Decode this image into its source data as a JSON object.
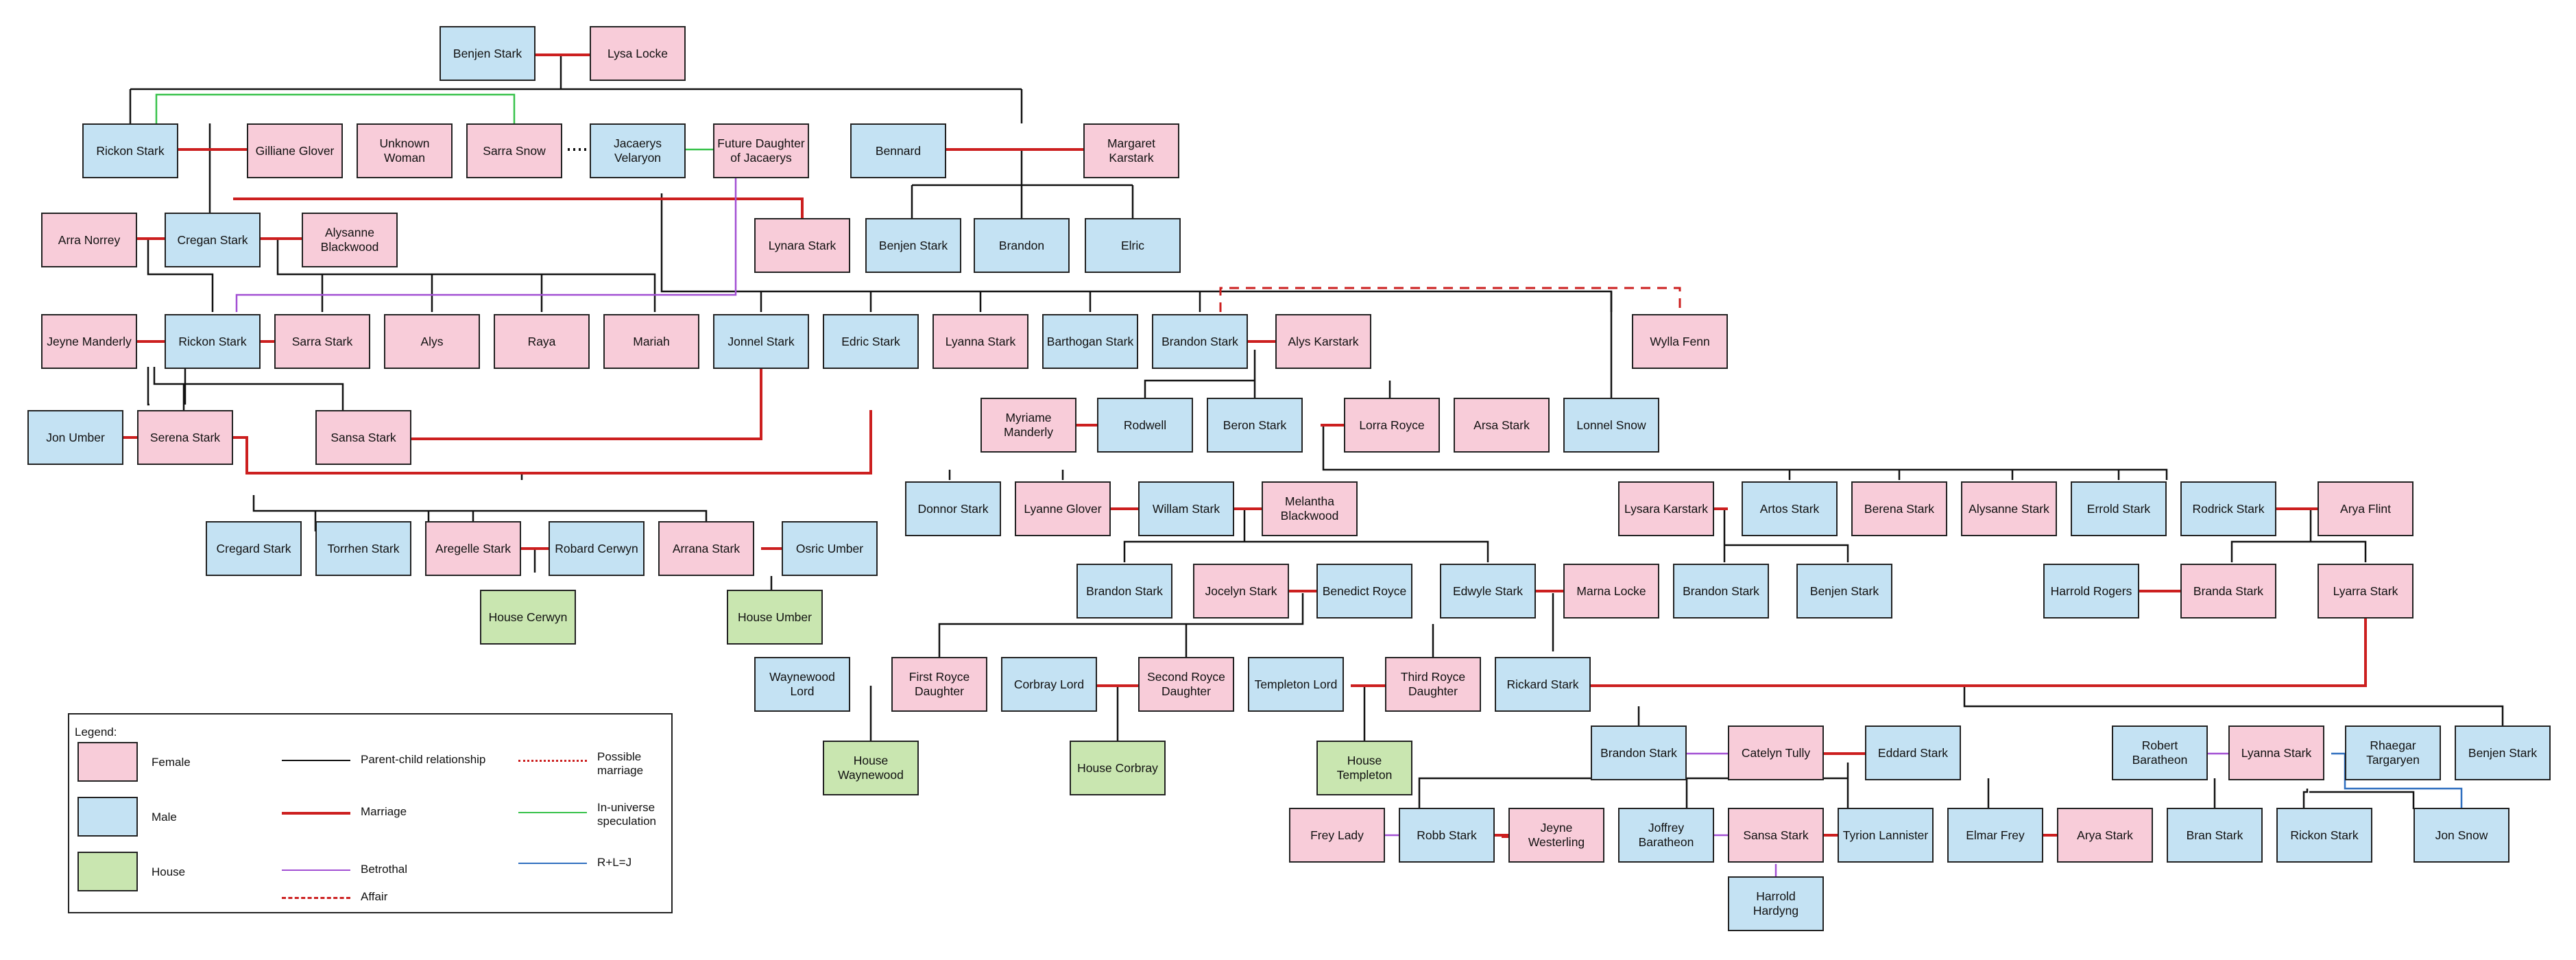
{
  "colors": {
    "female": "#f8ccd9",
    "male": "#c4e2f3",
    "house": "#c9e6b0",
    "parent_child": "#111111",
    "marriage": "#cc1f1f",
    "betrothal": "#a24fd3",
    "affair": "#cc1f1f",
    "possible_marriage": "#cc1f1f",
    "speculation": "#38c24b",
    "rlj": "#2f6fbf"
  },
  "legend": {
    "title": "Legend:",
    "female": "Female",
    "male": "Male",
    "house": "House",
    "parent_child": "Parent-child relationship",
    "marriage": "Marriage",
    "betrothal": "Betrothal",
    "affair": "Affair",
    "possible_marriage": "Possible marriage",
    "speculation": "In-universe speculation",
    "rlj": "R+L=J"
  },
  "people": {
    "benjen_elder": "Benjen Stark",
    "lysa_locke": "Lysa Locke",
    "rickon_elder": "Rickon Stark",
    "gilliane_glover": "Gilliane Glover",
    "unknown_woman": "Unknown Woman",
    "sarra_snow": "Sarra Snow",
    "jacaerys": "Jacaerys Velaryon",
    "future_daughter": "Future Daughter of Jacaerys",
    "bennard": "Bennard",
    "margaret_karstark": "Margaret Karstark",
    "arra_norrey": "Arra Norrey",
    "cregan": "Cregan Stark",
    "alysanne_blackwood": "Alysanne Blackwood",
    "lynara": "Lynara Stark",
    "benjen_son": "Benjen Stark",
    "brandon_son": "Brandon",
    "elric": "Elric",
    "jeyne_manderly": "Jeyne Manderly",
    "rickon_cregan": "Rickon Stark",
    "sarra_stark": "Sarra Stark",
    "alys": "Alys",
    "raya": "Raya",
    "mariah": "Mariah",
    "jonnel": "Jonnel Stark",
    "edric": "Edric Stark",
    "lyanna_elder": "Lyanna Stark",
    "barthogan": "Barthogan Stark",
    "brandon_snowbeard": "Brandon Stark",
    "alys_karstark": "Alys Karstark",
    "wylla_fenn": "Wylla Fenn",
    "jon_umber": "Jon Umber",
    "serena": "Serena Stark",
    "sansa_elder": "Sansa Stark",
    "myriame": "Myriame Manderly",
    "rodwell": "Rodwell",
    "beron": "Beron Stark",
    "lorra_royce": "Lorra Royce",
    "arsa": "Arsa Stark",
    "lonnel_snow": "Lonnel Snow",
    "cregard": "Cregard Stark",
    "torrhen": "Torrhen Stark",
    "aregelle": "Aregelle Stark",
    "robard_cerwyn": "Robard Cerwyn",
    "arrana": "Arrana Stark",
    "osric_umber": "Osric Umber",
    "house_cerwyn": "House Cerwyn",
    "house_umber": "House Umber",
    "donnor": "Donnor Stark",
    "lyanne_glover": "Lyanne Glover",
    "willam": "Willam Stark",
    "melantha": "Melantha Blackwood",
    "lysara_karstark": "Lysara Karstark",
    "artos": "Artos Stark",
    "berena": "Berena Stark",
    "alysanne_stark": "Alysanne Stark",
    "errold": "Errold Stark",
    "rodrick": "Rodrick Stark",
    "arya_flint": "Arya Flint",
    "brandon_willam": "Brandon Stark",
    "jocelyn": "Jocelyn Stark",
    "benedict_royce": "Benedict Royce",
    "edwyle": "Edwyle Stark",
    "marna_locke": "Marna Locke",
    "brandon_artos": "Brandon Stark",
    "benjen_artos": "Benjen Stark",
    "harrold_rogers": "Harrold Rogers",
    "branda": "Branda Stark",
    "lyarra": "Lyarra Stark",
    "waynewood_lord": "Waynewood Lord",
    "first_royce": "First Royce Daughter",
    "corbray_lord": "Corbray Lord",
    "second_royce": "Second Royce Daughter",
    "templeton_lord": "Templeton Lord",
    "third_royce": "Third Royce Daughter",
    "rickard": "Rickard Stark",
    "house_waynewood": "House Waynewood",
    "house_corbray": "House Corbray",
    "house_templeton": "House Templeton",
    "brandon_rickard": "Brandon Stark",
    "catelyn": "Catelyn Tully",
    "eddard": "Eddard Stark",
    "robert": "Robert Baratheon",
    "lyanna": "Lyanna Stark",
    "rhaegar": "Rhaegar Targaryen",
    "benjen_rickard": "Benjen Stark",
    "frey_lady": "Frey Lady",
    "robb": "Robb Stark",
    "jeyne_westerling": "Jeyne Westerling",
    "joffrey": "Joffrey Baratheon",
    "sansa": "Sansa Stark",
    "tyrion": "Tyrion Lannister",
    "elmar_frey": "Elmar Frey",
    "arya": "Arya Stark",
    "bran": "Bran Stark",
    "rickon": "Rickon Stark",
    "jon_snow": "Jon Snow",
    "harrold_hardyng": "Harrold Hardyng"
  }
}
